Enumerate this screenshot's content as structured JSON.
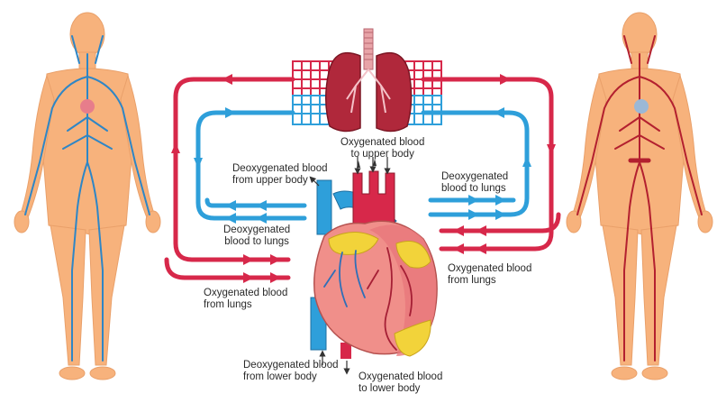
{
  "labels": {
    "oxy_upper": [
      "Oxygenated blood",
      "to upper body"
    ],
    "deoxy_from_upper": [
      "Deoxygenated blood",
      "from upper body"
    ],
    "deoxy_to_lungs_right": [
      "Deoxygenated",
      "blood to lungs"
    ],
    "deoxy_to_lungs_left": [
      "Deoxygenated",
      "blood to lungs"
    ],
    "oxy_from_lungs_right": [
      "Oxygenated blood",
      "from lungs"
    ],
    "oxy_from_lungs_left": [
      "Oxygenated blood",
      "from lungs"
    ],
    "deoxy_from_lower": [
      "Deoxygenated blood",
      "from lower body"
    ],
    "oxy_lower": [
      "Oxygenated blood",
      "to lower body"
    ]
  },
  "colors": {
    "oxygenated": "#d7284a",
    "deoxygenated": "#2e9fda",
    "skin": "#f7b27c",
    "lung": "#b0283b",
    "heart": "#f08f8a",
    "fat": "#f2d33a"
  },
  "icons": [
    "lungs-icon",
    "heart-icon",
    "human-body-veins-icon",
    "human-body-arteries-icon"
  ]
}
